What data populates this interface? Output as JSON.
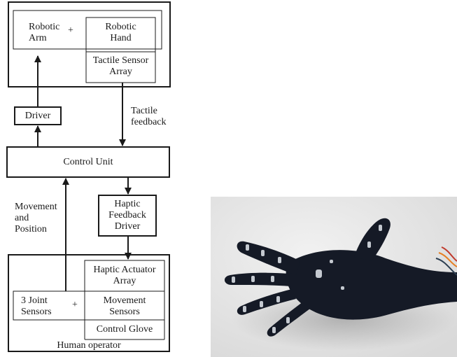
{
  "diagram": {
    "robot_block": {
      "arm_label": "Robotic\nArm",
      "plus": "+",
      "hand_label": "Robotic\nHand",
      "sensor_label": "Tactile Sensor\nArray"
    },
    "driver_label": "Driver",
    "tactile_feedback_label": "Tactile\nfeedback",
    "control_unit_label": "Control Unit",
    "movement_position_label": "Movement\nand\nPosition",
    "haptic_driver_label": "Haptic\nFeedback\nDriver",
    "operator_block": {
      "actuator_label": "Haptic Actuator\nArray",
      "joint_sensors_label": "3 Joint\nSensors",
      "plus": "+",
      "movement_sensors_label": "Movement\nSensors",
      "glove_label": "Control Glove",
      "operator_label": "Human operator"
    }
  },
  "photo": {
    "subject": "glove-photo"
  }
}
